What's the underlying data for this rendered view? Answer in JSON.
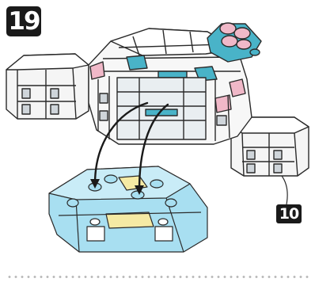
{
  "step": {
    "number": "19"
  },
  "quantity": {
    "label": "10"
  },
  "colors": {
    "white_brick": "#f7f7f7",
    "outline": "#2a2a2a",
    "light_blue_brick": "#a8dff1",
    "teal_brick": "#49b3c8",
    "pink_brick": "#f0b8c8",
    "yellow_brick": "#f5eaa4",
    "badge": "#1a1a1a"
  },
  "icons": {
    "arrows": "curved-placement-arrows"
  }
}
